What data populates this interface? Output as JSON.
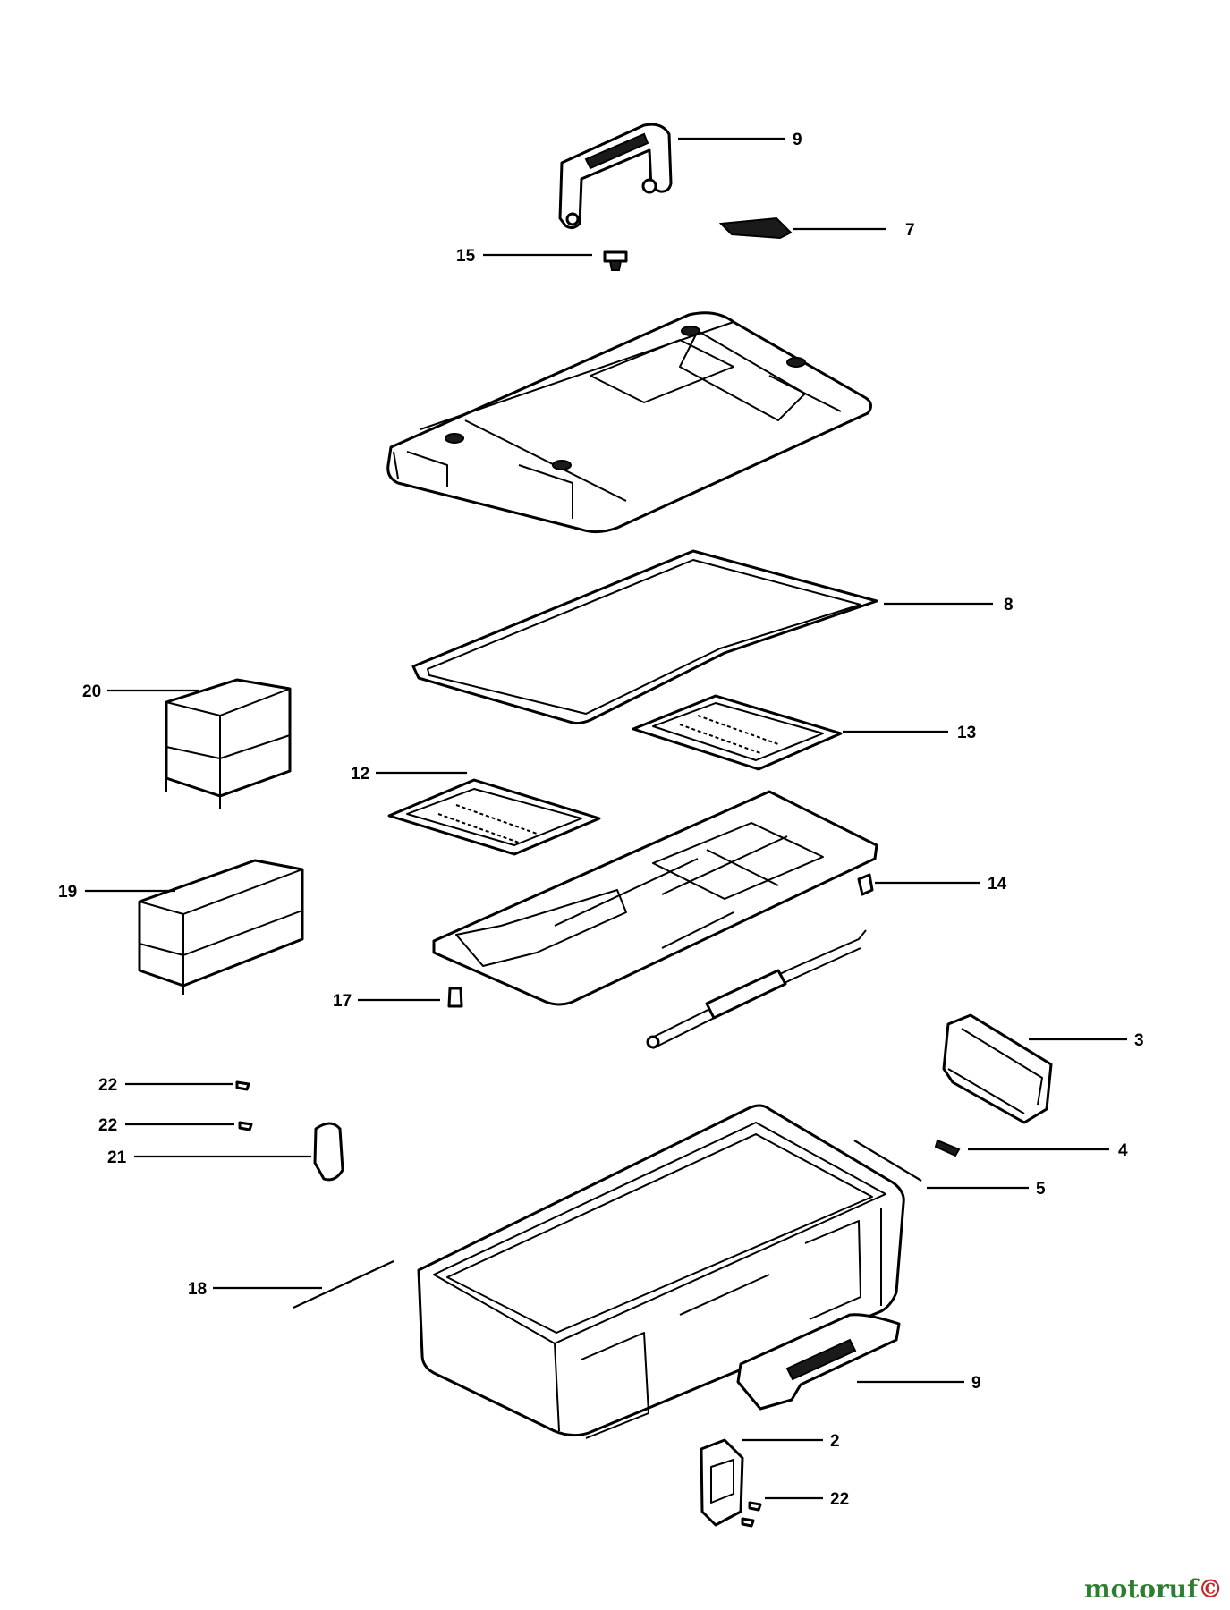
{
  "callouts": {
    "c9_top": "9",
    "c7": "7",
    "c15": "15",
    "c8": "8",
    "c20": "20",
    "c13": "13",
    "c12": "12",
    "c14": "14",
    "c19": "19",
    "c17": "17",
    "c3": "3",
    "c22_a": "22",
    "c22_b": "22",
    "c4": "4",
    "c21": "21",
    "c5": "5",
    "c18": "18",
    "c9_bottom": "9",
    "c2": "2",
    "c22_c": "22"
  },
  "watermark": {
    "part1": "motoruf",
    "part2": "©"
  },
  "colors": {
    "line": "#000000",
    "background": "#ffffff",
    "watermark_green": "#2e7d32",
    "watermark_red": "#c62828"
  }
}
